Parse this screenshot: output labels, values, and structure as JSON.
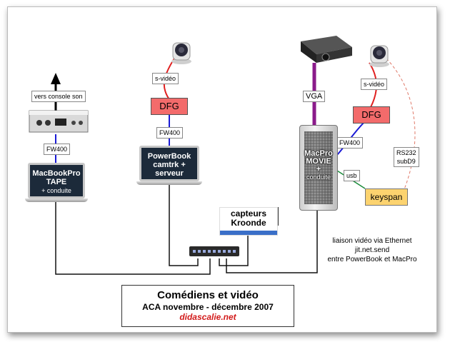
{
  "labels": {
    "vers_console": "vers console son",
    "fw400_left": "FW400",
    "svideo_mid": "s-vidéo",
    "fw400_mid": "FW400",
    "vga": "VGA",
    "svideo_right": "s-vidéo",
    "fw400_right": "FW400",
    "rs232": "RS232\nsubD9",
    "usb": "usb"
  },
  "dfg_left": "DFG",
  "dfg_right": "DFG",
  "macbook": {
    "line1": "MacBookPro",
    "line2": "TAPE",
    "line3": "+ conduite"
  },
  "powerbook": {
    "line1": "PowerBook",
    "line2": "camtrk +",
    "line3": "serveur"
  },
  "macpro": {
    "line1": "MacPro",
    "line2": "MOVIE",
    "line3": "+",
    "line4": "conduite"
  },
  "keyspan": "keyspan",
  "capteurs": {
    "line1": "capteurs",
    "line2": "Kroonde"
  },
  "info": {
    "line1": "liaison vidéo via Ethernet",
    "line2": "jit.net.send",
    "line3": "entre PowerBook et MacPro"
  },
  "title": {
    "main": "Comédiens et vidéo",
    "sub": "ACA novembre - décembre 2007",
    "site": "didascalie.net"
  },
  "colors": {
    "firewire": "#1a1ad6",
    "svideo": "#e02020",
    "vga": "#8a1a8a",
    "usb": "#1a8a3a",
    "serial": "#e07a6a",
    "ethernet": "#111111"
  }
}
